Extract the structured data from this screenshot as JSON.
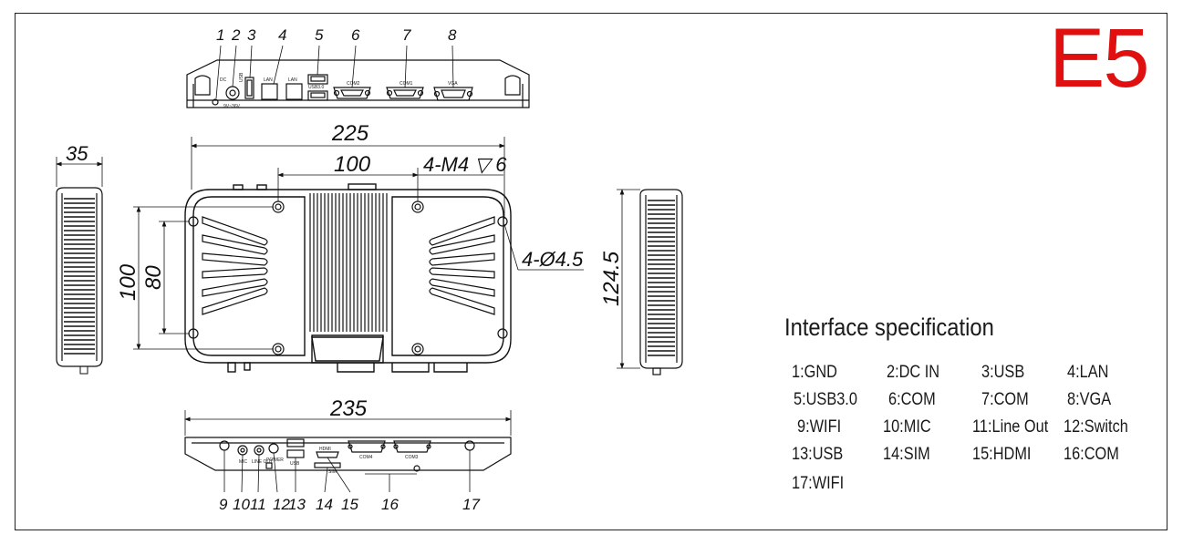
{
  "model": "E5",
  "dimensions": {
    "depth_35": "35",
    "width_225": "225",
    "hole_spacing_100": "100",
    "thread": "4-M4 ▽ 6",
    "height_100": "100",
    "height_80": "80",
    "holes": "4-Ø4.5",
    "height_124_5": "124.5",
    "width_235": "235"
  },
  "top_callouts": [
    "1",
    "2",
    "3",
    "4",
    "5",
    "6",
    "7",
    "8"
  ],
  "bottom_callouts": [
    "9",
    "10",
    "11",
    "12",
    "13",
    "14",
    "15",
    "16",
    "17"
  ],
  "rear_port_labels": {
    "dc": "DC",
    "voltage": "9V~36V",
    "usb": "USB",
    "lan1": "LAN",
    "lan2": "LAN",
    "usb3": "USB3.0",
    "com2": "COM2",
    "com1": "COM1",
    "vga": "VGA"
  },
  "front_port_labels": {
    "mic": "MIC",
    "lineout": "LINE OUT",
    "power": "POWER",
    "usb": "USB",
    "hdmi": "HDMI",
    "sim": "SIM",
    "com4": "COM4",
    "com3": "COM3"
  },
  "spec": {
    "title": "Interface specification",
    "items": [
      "1:GND",
      "2:DC IN",
      "3:USB",
      "4:LAN",
      "5:USB3.0",
      "6:COM",
      "7:COM",
      "8:VGA",
      "9:WIFI",
      "10:MIC",
      "11:Line Out",
      "12:Switch",
      "13:USB",
      "14:SIM",
      "15:HDMI",
      "16:COM",
      "17:WIFI"
    ]
  }
}
